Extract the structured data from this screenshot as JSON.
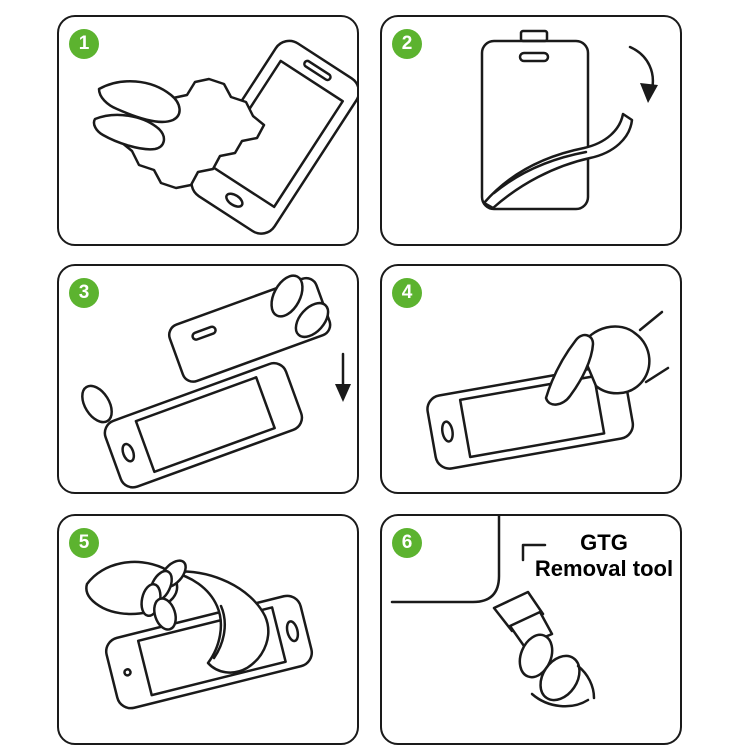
{
  "colors": {
    "accent": "#5cb32f",
    "line": "#1a1a1a",
    "background": "#ffffff"
  },
  "steps": [
    {
      "number": "1",
      "illustration": "wipe-phone-screen-with-cloth"
    },
    {
      "number": "2",
      "illustration": "peel-film-off-protector"
    },
    {
      "number": "3",
      "illustration": "align-glass-over-phone"
    },
    {
      "number": "4",
      "illustration": "press-finger-on-screen"
    },
    {
      "number": "5",
      "illustration": "smooth-or-remove-film"
    },
    {
      "number": "6",
      "illustration": "use-removal-tool-at-corner",
      "label_line1": "GTG",
      "label_line2": "Removal tool"
    }
  ]
}
